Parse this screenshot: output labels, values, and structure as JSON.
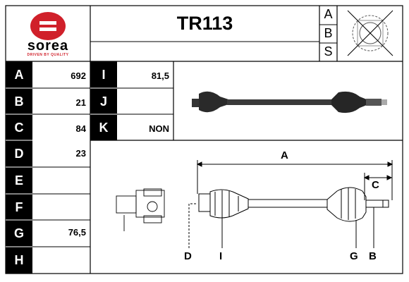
{
  "brand": {
    "name": "sorea",
    "tagline": "DRIVEN BY QUALITY",
    "logo_color": "#d0202a"
  },
  "header": {
    "part_number": "TR113",
    "abs_letters": [
      "A",
      "B",
      "S"
    ]
  },
  "specs": [
    {
      "label": "A",
      "value": "692"
    },
    {
      "label": "B",
      "value": "21"
    },
    {
      "label": "C",
      "value": "84"
    },
    {
      "label": "D",
      "value": "23"
    },
    {
      "label": "E",
      "value": ""
    },
    {
      "label": "F",
      "value": ""
    },
    {
      "label": "G",
      "value": "76,5"
    },
    {
      "label": "H",
      "value": ""
    }
  ],
  "specs_right": [
    {
      "label": "I",
      "value": "81,5"
    },
    {
      "label": "J",
      "value": ""
    },
    {
      "label": "K",
      "value": "NON"
    }
  ],
  "diagram": {
    "labels": {
      "A": "A",
      "C": "C",
      "D": "D",
      "I": "I",
      "G": "G",
      "B": "B"
    }
  }
}
